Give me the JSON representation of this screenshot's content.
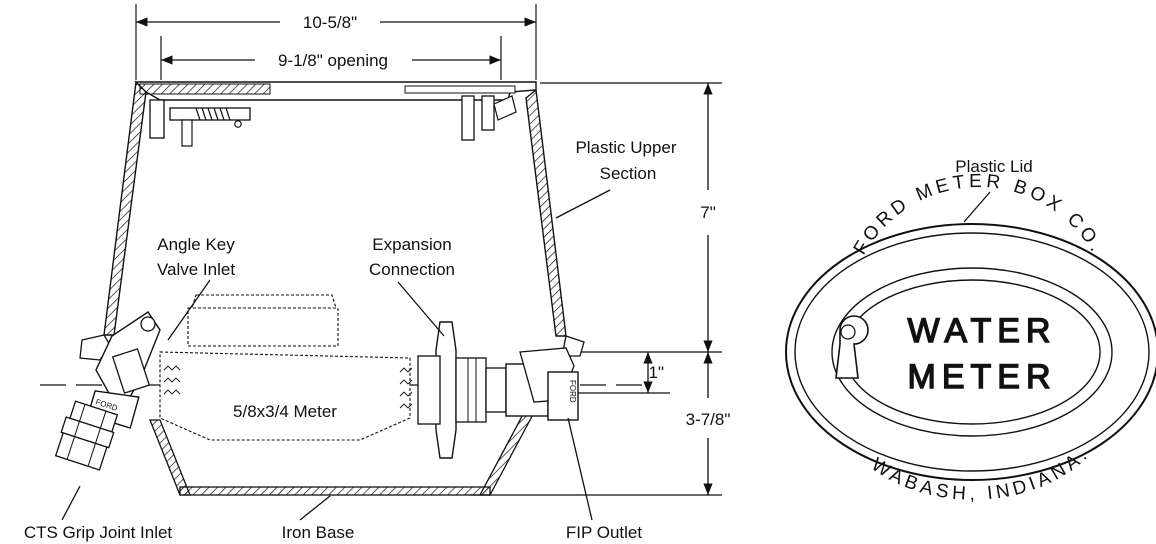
{
  "dimensions": {
    "top_width": "10-5/8\"",
    "opening": "9-1/8\" opening",
    "upper_height": "7\"",
    "lower_height": "3-7/8\"",
    "pipe_offset": "1\""
  },
  "labels": {
    "upper_section": [
      "Plastic Upper",
      "Section"
    ],
    "angle_key": [
      "Angle Key",
      "Valve Inlet"
    ],
    "expansion": [
      "Expansion",
      "Connection"
    ],
    "meter": "5/8x3/4 Meter",
    "cts_inlet": "CTS Grip Joint Inlet",
    "iron_base": "Iron Base",
    "fip_outlet": "FIP Outlet",
    "plastic_lid": "Plastic Lid"
  },
  "lid": {
    "ring_top": "FORD METER BOX CO.",
    "ring_bottom": "WABASH, INDIANA.",
    "center_line1": "WATER",
    "center_line2": "METER"
  },
  "stamps": {
    "valve_stamp": "FORD",
    "outlet_stamp": "FORD"
  }
}
